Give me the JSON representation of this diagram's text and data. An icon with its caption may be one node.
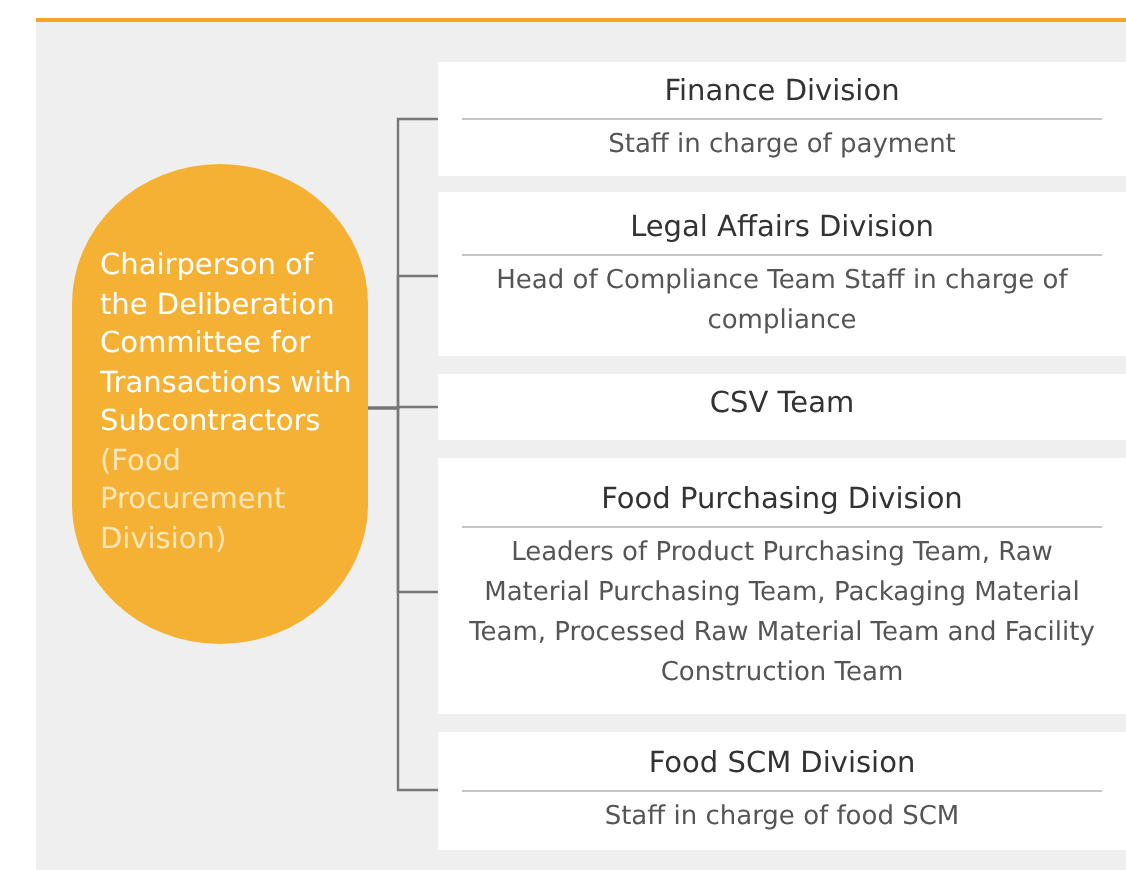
{
  "diagram": {
    "nodes": [
      {
        "text": [
          "Chairperson of the Deliberation Committee for Transactions with Subcontractors",
          "(Food Procurement Division)"
        ]
      },
      {
        "text": [
          "Finance Division",
          "Staff in charge of payment"
        ]
      },
      {
        "text": [
          "Legal Affairs Division",
          "Head of Compliance Team Staff in charge of compliance"
        ]
      },
      {
        "text": [
          "CSV Team"
        ]
      },
      {
        "text": [
          "Food Purchasing Division",
          "Leaders of Product Purchasing Team, Raw Material Purchasing Team, Packaging Material Team, Processed Raw Material Team and Facility Construction Team"
        ]
      },
      {
        "text": [
          "Food SCM Division",
          "Staff in charge of food SCM"
        ]
      }
    ],
    "edges": [
      {
        "from": 0,
        "to": 1,
        "arrow": "none"
      },
      {
        "from": 0,
        "to": 2,
        "arrow": "none"
      },
      {
        "from": 0,
        "to": 3,
        "arrow": "none"
      },
      {
        "from": 0,
        "to": 4,
        "arrow": "none"
      },
      {
        "from": 0,
        "to": 5,
        "arrow": "none"
      }
    ]
  }
}
